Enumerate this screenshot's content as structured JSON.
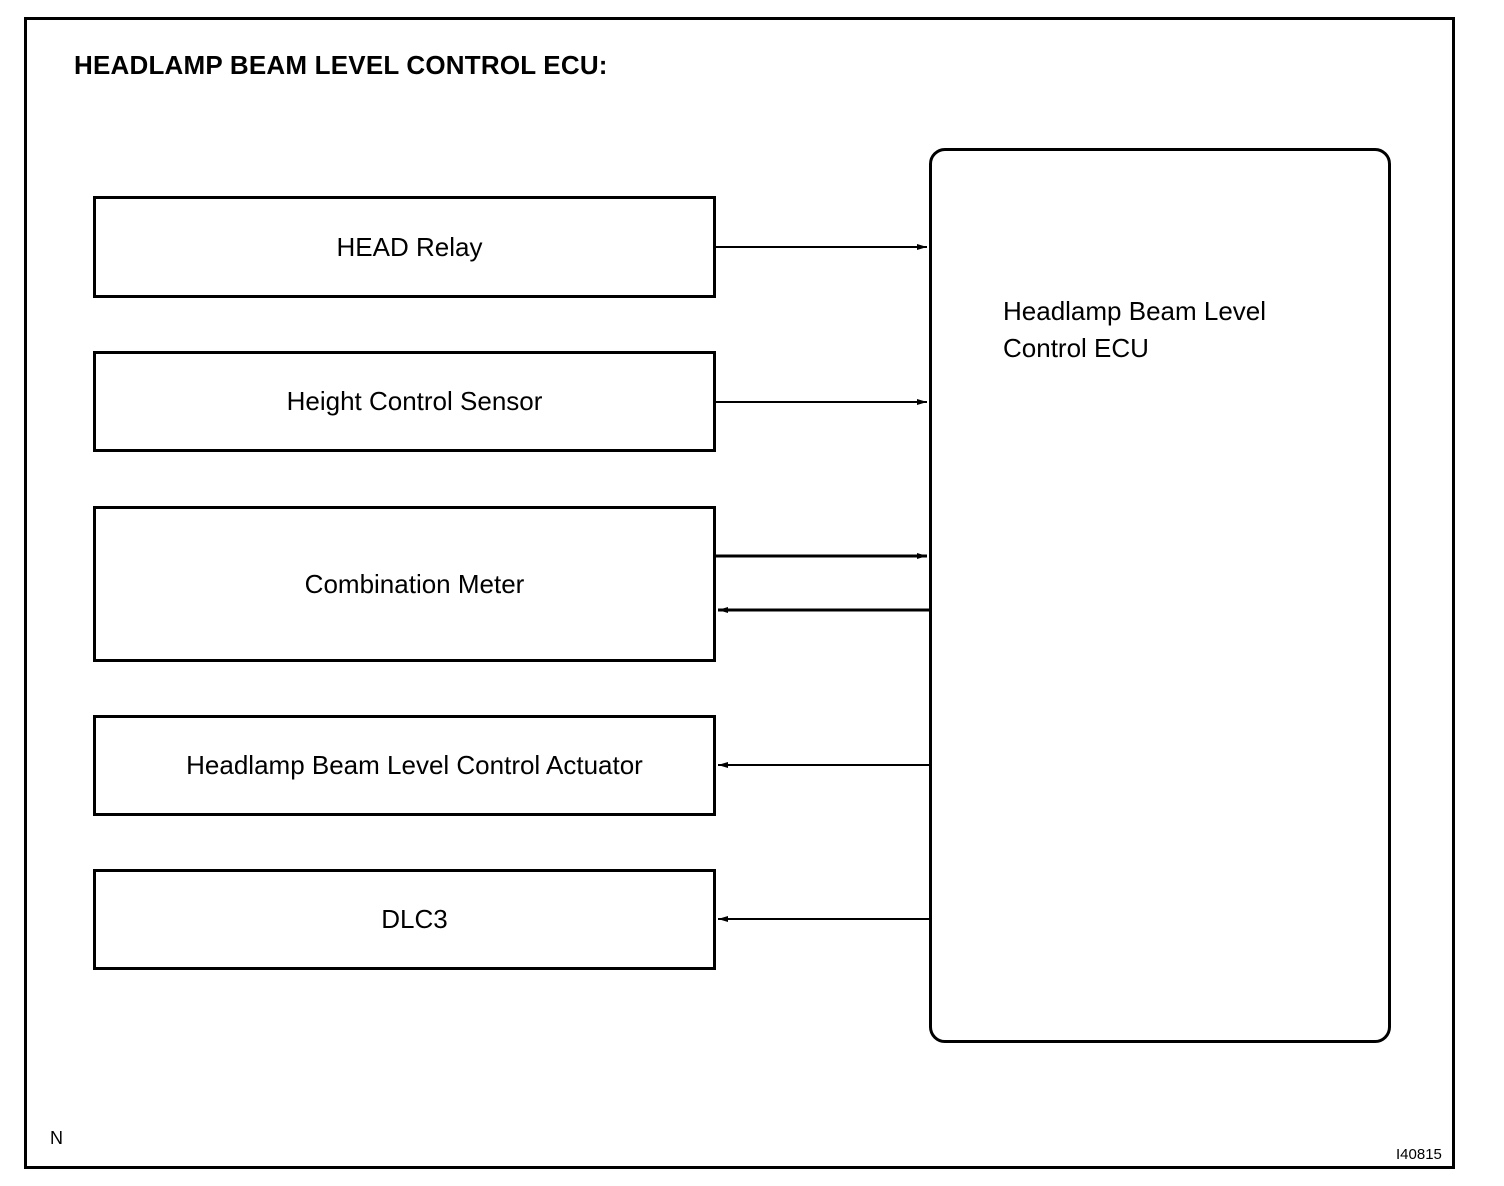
{
  "title": "HEADLAMP BEAM LEVEL CONTROL ECU:",
  "components": [
    {
      "id": "head-relay",
      "label": "HEAD Relay"
    },
    {
      "id": "height-sensor",
      "label": "Height Control Sensor"
    },
    {
      "id": "combination-meter",
      "label": "Combination Meter"
    },
    {
      "id": "actuator",
      "label": "Headlamp Beam Level Control Actuator"
    },
    {
      "id": "dlc3",
      "label": "DLC3"
    }
  ],
  "ecu": {
    "label_line1": "Headlamp Beam Level",
    "label_line2": "Control ECU"
  },
  "connections": [
    {
      "from": "HEAD Relay",
      "to": "Headlamp Beam Level Control ECU",
      "direction": "to-ecu"
    },
    {
      "from": "Height Control Sensor",
      "to": "Headlamp Beam Level Control ECU",
      "direction": "to-ecu"
    },
    {
      "from": "Combination Meter",
      "to": "Headlamp Beam Level Control ECU",
      "direction": "to-ecu"
    },
    {
      "from": "Headlamp Beam Level Control ECU",
      "to": "Combination Meter",
      "direction": "from-ecu"
    },
    {
      "from": "Headlamp Beam Level Control ECU",
      "to": "Headlamp Beam Level Control Actuator",
      "direction": "from-ecu"
    },
    {
      "from": "Headlamp Beam Level Control ECU",
      "to": "DLC3",
      "direction": "from-ecu"
    }
  ],
  "corner_letter": "N",
  "figure_code": "I40815"
}
